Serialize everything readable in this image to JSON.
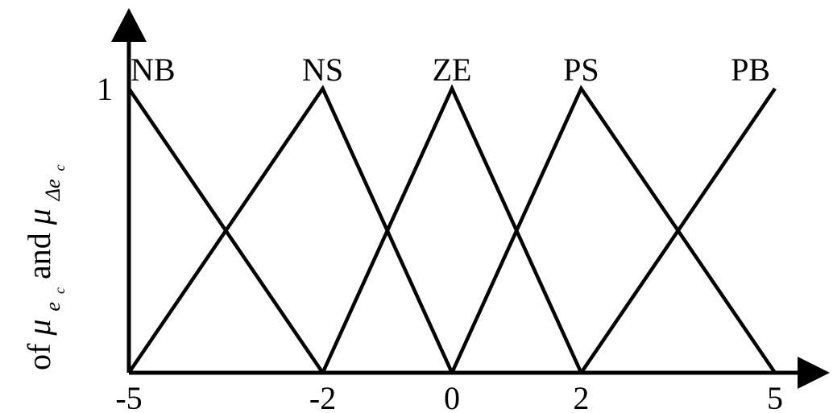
{
  "chart_data": {
    "type": "line",
    "xlim": [
      -5,
      5
    ],
    "ylim": [
      0,
      1
    ],
    "x_ticks": [
      {
        "value": -5,
        "label": "-5"
      },
      {
        "value": -2,
        "label": "-2"
      },
      {
        "value": 0,
        "label": "0"
      },
      {
        "value": 2,
        "label": "2"
      },
      {
        "value": 5,
        "label": "5"
      }
    ],
    "y_ticks": [
      {
        "value": 1,
        "label": "1"
      }
    ],
    "ylabel": {
      "prefix": "of ",
      "mu1": "μ",
      "mu1_sub": "e",
      "mu1_subsub": "c",
      "conj": " and ",
      "mu2": "μ",
      "mu2_sub": "Δe",
      "mu2_subsub": "c"
    },
    "series": [
      {
        "name": "NB",
        "x": [
          -5,
          -2
        ],
        "y": [
          1,
          0
        ],
        "label_at": -5
      },
      {
        "name": "NS",
        "x": [
          -5,
          -2,
          0
        ],
        "y": [
          0,
          1,
          0
        ],
        "label_at": -2
      },
      {
        "name": "ZE",
        "x": [
          -2,
          0,
          2
        ],
        "y": [
          0,
          1,
          0
        ],
        "label_at": 0
      },
      {
        "name": "PS",
        "x": [
          0,
          2,
          5
        ],
        "y": [
          0,
          1,
          0
        ],
        "label_at": 2
      },
      {
        "name": "PB",
        "x": [
          2,
          5
        ],
        "y": [
          0,
          1
        ],
        "label_at": 5
      }
    ],
    "grid": false
  }
}
